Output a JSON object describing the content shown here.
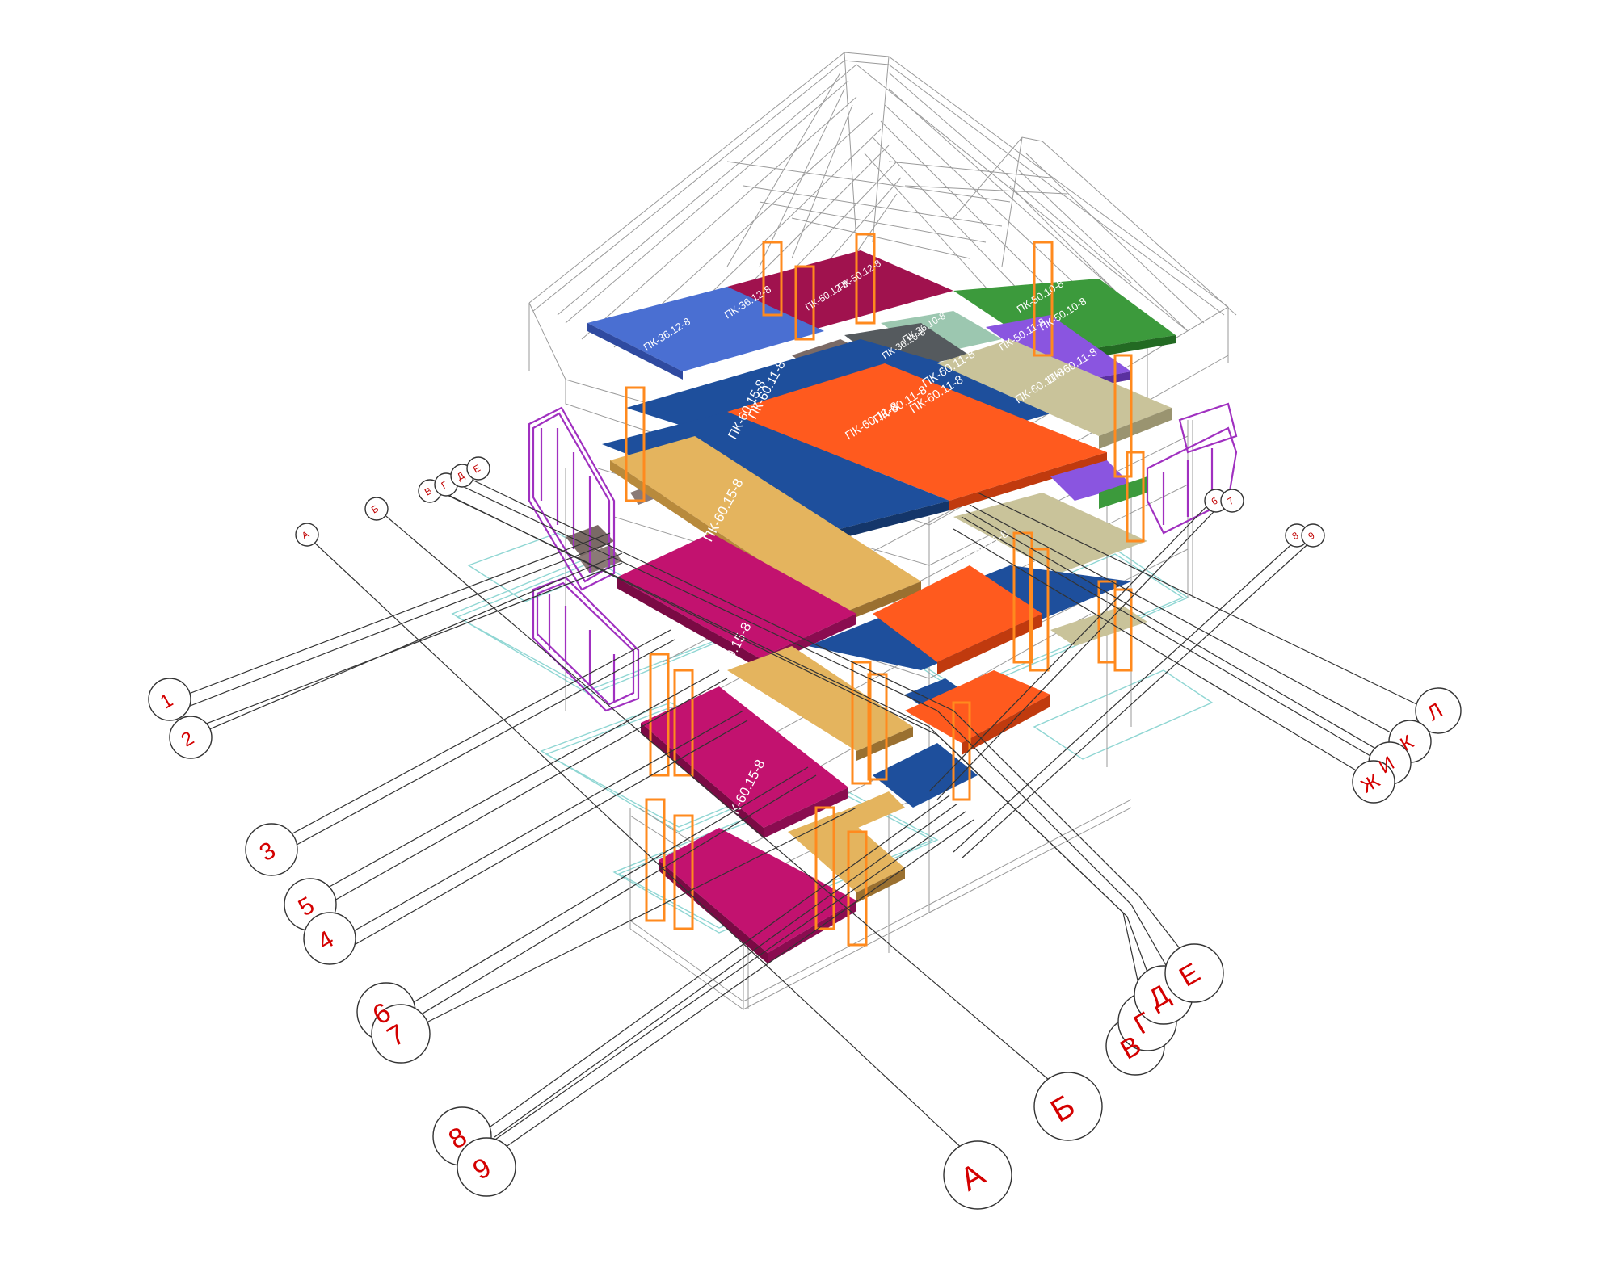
{
  "diagram": {
    "slab_labels": {
      "bottom_front": "ПК-60.15-8",
      "bottom_mid": "ПК-60.15-8",
      "mid_front": "ПК-60.15-8",
      "mid_tan": "ПК-60.15-8",
      "mid_blue": "ПК-60.11-8",
      "upper_orange_1": "ПК-60.11-8",
      "upper_orange_2": "ПК-60.11-8",
      "upper_orange_3": "ПК-60.11-8",
      "upper_blue_a": "ПК-60.11-8",
      "upper_blue_b": "ПК-60.11-8",
      "upper_tan_a": "ПК-60.11-8",
      "upper_tan_b": "ПК-60.11-8",
      "attic_blue_a": "ПК-36.12-8",
      "attic_blue_b": "ПК-36.12-8",
      "attic_green_a": "ПК-50.10-8",
      "attic_green_b": "ПК-50.10-8",
      "attic_purple": "ПК-50.11-8",
      "attic_mint": "ПК-36.10-8",
      "attic_grey": "ПК-36.10-8",
      "attic_maroon_a": "ПК-50.12-8",
      "attic_maroon_b": "ПК-50.12-8"
    },
    "axes_bottom_left": [
      "1",
      "2",
      "3",
      "5",
      "4",
      "6",
      "7",
      "8",
      "9"
    ],
    "axes_bottom_right": [
      "А",
      "Б",
      "В",
      "Г",
      "Д",
      "Е"
    ],
    "axes_right": [
      "Л",
      "К",
      "И",
      "Ж"
    ],
    "axes_top_left": [
      "А",
      "Б",
      "В",
      "Г",
      "Д",
      "Е"
    ],
    "axes_top_right": [
      "6",
      "7",
      "8",
      "9"
    ],
    "colors": {
      "magenta": "#c2126f",
      "tan": "#e4b45e",
      "orange": "#ff5a1e",
      "blue": "#1e4f9c",
      "khaki": "#c9c39a",
      "royal_blue": "#4a6fd2",
      "maroon": "#a0124e",
      "green": "#3c9a3c",
      "purple": "#8a55e0",
      "mint": "#9cc7b0",
      "grey": "#555a5e",
      "railing": "#a030c0",
      "label_red": "#d40000"
    }
  }
}
